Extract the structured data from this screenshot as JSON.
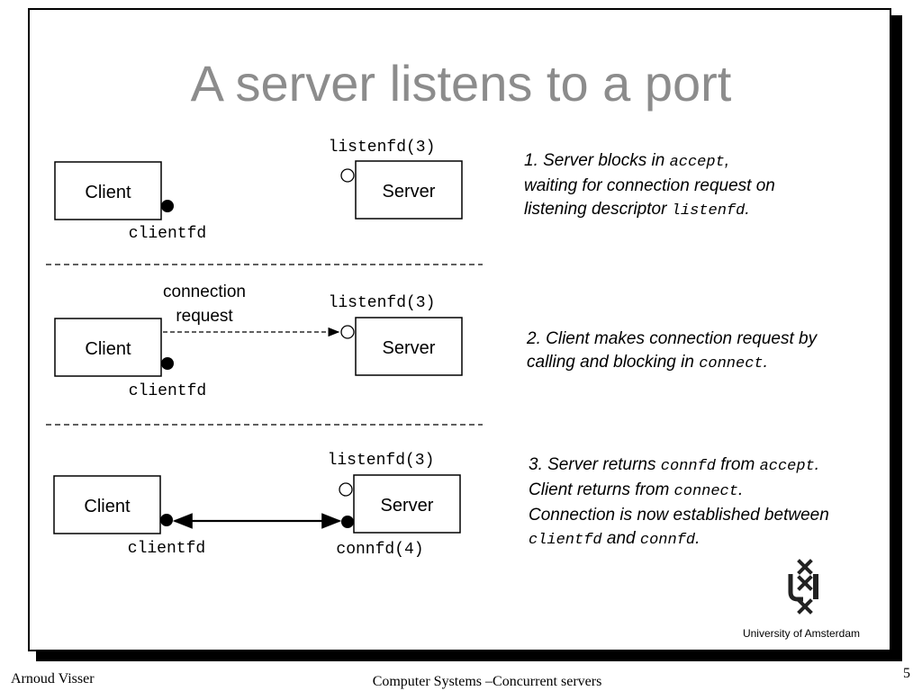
{
  "title": "A server listens to a port",
  "panels": [
    {
      "client_label": "Client",
      "server_label": "Server",
      "listen_label": "listenfd(3)",
      "client_fd_label": "clientfd"
    },
    {
      "client_label": "Client",
      "server_label": "Server",
      "listen_label": "listenfd(3)",
      "client_fd_label": "clientfd",
      "request_line1": "connection",
      "request_line2": "request"
    },
    {
      "client_label": "Client",
      "server_label": "Server",
      "listen_label": "listenfd(3)",
      "client_fd_label": "clientfd",
      "conn_fd_label": "connfd(4)"
    }
  ],
  "step1": {
    "a": "1. Server blocks in ",
    "accept": "accept",
    "b": ",",
    "line2": "waiting for connection request on",
    "c": "listening descriptor ",
    "listenfd": "listenfd",
    "d": "."
  },
  "step2": {
    "line1": "2. Client makes connection request by",
    "a": "calling and blocking in ",
    "connect": "connect",
    "b": "."
  },
  "step3": {
    "a": "3. Server returns ",
    "connfd": "connfd",
    "b": " from ",
    "accept": "accept",
    "c": ".",
    "d": "Client returns from ",
    "connect": "connect",
    "e": ".",
    "line3": "Connection is now established between",
    "clientfd": "clientfd",
    "f": " and ",
    "connfd2": "connfd",
    "g": "."
  },
  "logo_text": "University  of Amsterdam",
  "footer": {
    "author": "Arnoud Visser",
    "course": "Computer Systems –Concurrent servers",
    "page": "5"
  }
}
